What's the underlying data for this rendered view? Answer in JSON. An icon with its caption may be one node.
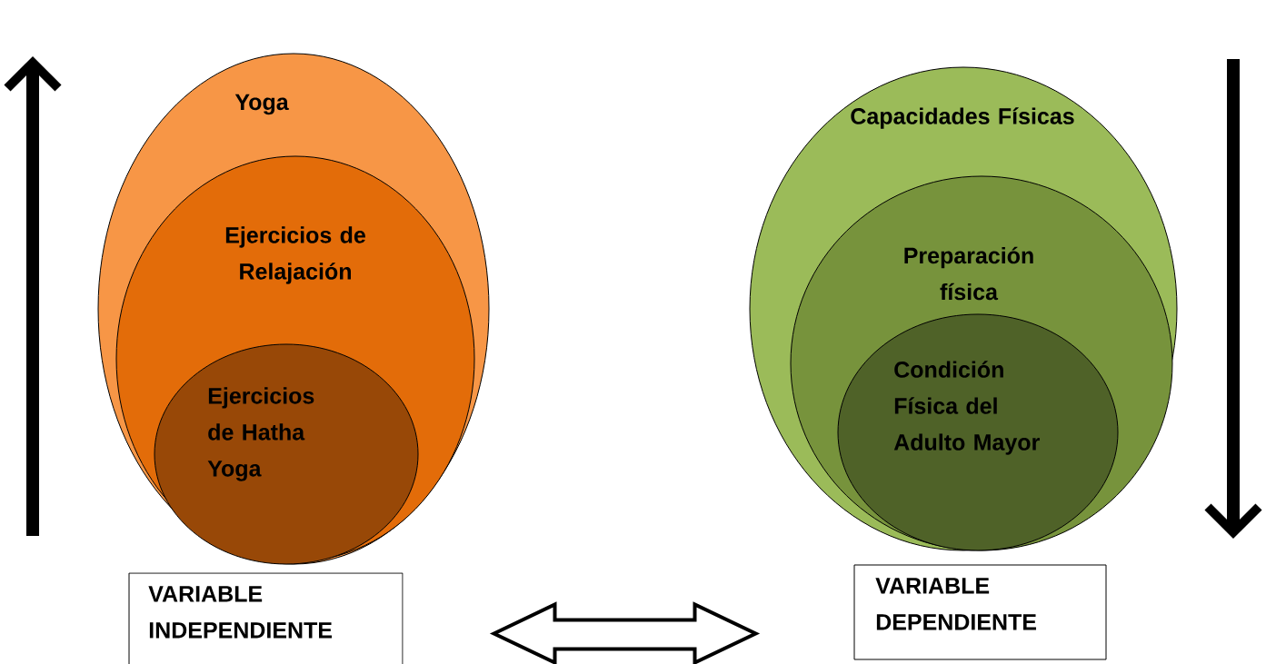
{
  "diagram": {
    "nodes": [
      {
        "text": [
          "Yoga"
        ]
      },
      {
        "text": [
          "Ejercicios de Relajación"
        ],
        "in": 0
      },
      {
        "text": [
          "Ejercicios de Hatha Yoga"
        ],
        "in": 1
      },
      {
        "text": [
          "VARIABLE INDEPENDIENTE"
        ]
      },
      {
        "text": [
          "Capacidades Físicas"
        ]
      },
      {
        "text": [
          "Preparación física"
        ],
        "in": 4
      },
      {
        "text": [
          "Condición Física del Adulto Mayor"
        ],
        "in": 5
      },
      {
        "text": [
          "VARIABLE DEPENDIENTE"
        ]
      }
    ],
    "edges": [
      {
        "from": 3,
        "to": 7,
        "arrow": "both"
      }
    ]
  }
}
